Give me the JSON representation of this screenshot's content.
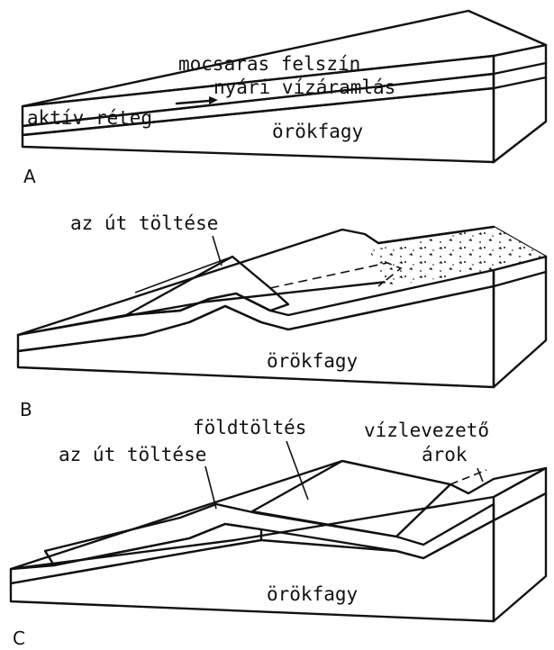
{
  "panels": [
    {
      "letter": "A",
      "labels": {
        "surface": "mocsaras felszín",
        "active_layer": "aktív réteg",
        "summer_flow": "nyári vízáramlás",
        "permafrost": "örökfagy"
      }
    },
    {
      "letter": "B",
      "labels": {
        "embankment": "az út töltése",
        "permafrost": "örökfagy"
      }
    },
    {
      "letter": "C",
      "labels": {
        "earth_fill": "földtöltés",
        "drain_ditch_line1": "vízlevezető",
        "drain_ditch_line2": "árok",
        "embankment": "az út töltése",
        "permafrost": "örökfagy"
      }
    }
  ],
  "colors": {
    "ink": "#111111",
    "paper": "#ffffff"
  }
}
